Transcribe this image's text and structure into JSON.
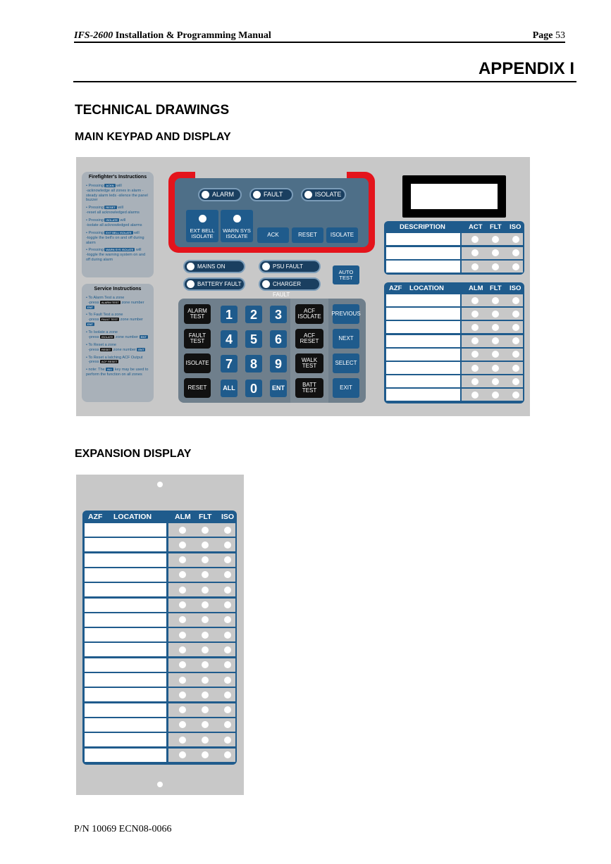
{
  "header": {
    "manual_model": "IFS-2600",
    "manual_title": "Installation & Programming Manual",
    "page_label": "Page",
    "page_number": "53"
  },
  "appendix": "APPENDIX I",
  "headings": {
    "technical": "TECHNICAL DRAWINGS",
    "main": "MAIN KEYPAD AND DISPLAY",
    "expansion": "EXPANSION DISPLAY"
  },
  "firefighter": {
    "title": "Firefighter's Instructions",
    "lines": [
      {
        "pre": "Pressing",
        "key": "ACKN",
        "post": "will",
        "desc": "-acknowledge all zones in alarm -steady alarm leds -silence the panel buzzer"
      },
      {
        "pre": "Pressing",
        "key": "RESET",
        "post": "will",
        "desc": "-reset all acknowledged alarms"
      },
      {
        "pre": "Pressing",
        "key": "ISOLATE",
        "post": "will",
        "desc": "-isolate all acknowledged alarms"
      },
      {
        "pre": "Pressing",
        "key": "EXT BELL ISOLATE",
        "post": "will",
        "desc": "-toggle the bell's on and off during alarm"
      },
      {
        "pre": "Pressing",
        "key": "WARN SYS ISOLATE",
        "post": "will",
        "desc": "-toggle the warning system on and off during alarm"
      }
    ]
  },
  "service": {
    "title": "Service Instructions",
    "lines": [
      {
        "head": "To Alarm Test a zone",
        "press": "-press",
        "key": "ALARM TEST",
        "mid": "zone number",
        "end": "ENT"
      },
      {
        "head": "To Fault Test a zone",
        "press": "-press",
        "key": "FAULT TEST",
        "mid": "zone number",
        "end": "ENT"
      },
      {
        "head": "To Isolate a zone",
        "press": "-press",
        "key": "ISOLATE",
        "mid": "zone number",
        "end": "ENT"
      },
      {
        "head": "To Reset a zone",
        "press": "-press",
        "key": "RESET",
        "mid": "zone number",
        "end": "ENT"
      },
      {
        "head": "To Reset a latching ACF Output",
        "press": "-press",
        "key": "ACF RESET",
        "mid": "",
        "end": ""
      }
    ],
    "note_pre": "note: The",
    "note_key": "ALL",
    "note_post": "key may be used to perform the function on all zones"
  },
  "indicators": {
    "alarm": "ALARM",
    "fault": "FAULT",
    "isolate": "ISOLATE",
    "ext_bell": "EXT BELL ISOLATE",
    "warn_sys": "WARN SYS ISOLATE",
    "ack": "ACK",
    "reset": "RESET",
    "isolate_btn": "ISOLATE"
  },
  "status": {
    "mains_on": "MAINS ON",
    "battery_fault": "BATTERY FAULT",
    "psu_fault": "PSU FAULT",
    "charger_fault": "CHARGER FAULT",
    "auto_test": "AUTO TEST"
  },
  "keypad": {
    "alarm_test": "ALARM TEST",
    "fault_test": "FAULT TEST",
    "isolate": "ISOLATE",
    "reset": "RESET",
    "k1": "1",
    "k2": "2",
    "k3": "3",
    "k4": "4",
    "k5": "5",
    "k6": "6",
    "k7": "7",
    "k8": "8",
    "k9": "9",
    "all": "ALL",
    "k0": "0",
    "ent": "ENT",
    "acf_isolate": "ACF ISOLATE",
    "acf_reset": "ACF RESET",
    "walk_test": "WALK TEST",
    "batt_test": "BATT TEST",
    "previous": "PREVIOUS",
    "next": "NEXT",
    "select": "SELECT",
    "exit": "EXIT"
  },
  "desc_table": {
    "description": "DESCRIPTION",
    "act": "ACT",
    "flt": "FLT",
    "iso": "ISO"
  },
  "zone_table": {
    "azf": "AZF",
    "location": "LOCATION",
    "alm": "ALM",
    "flt": "FLT",
    "iso": "ISO"
  },
  "footer": "P/N 10069 ECN08-0066"
}
